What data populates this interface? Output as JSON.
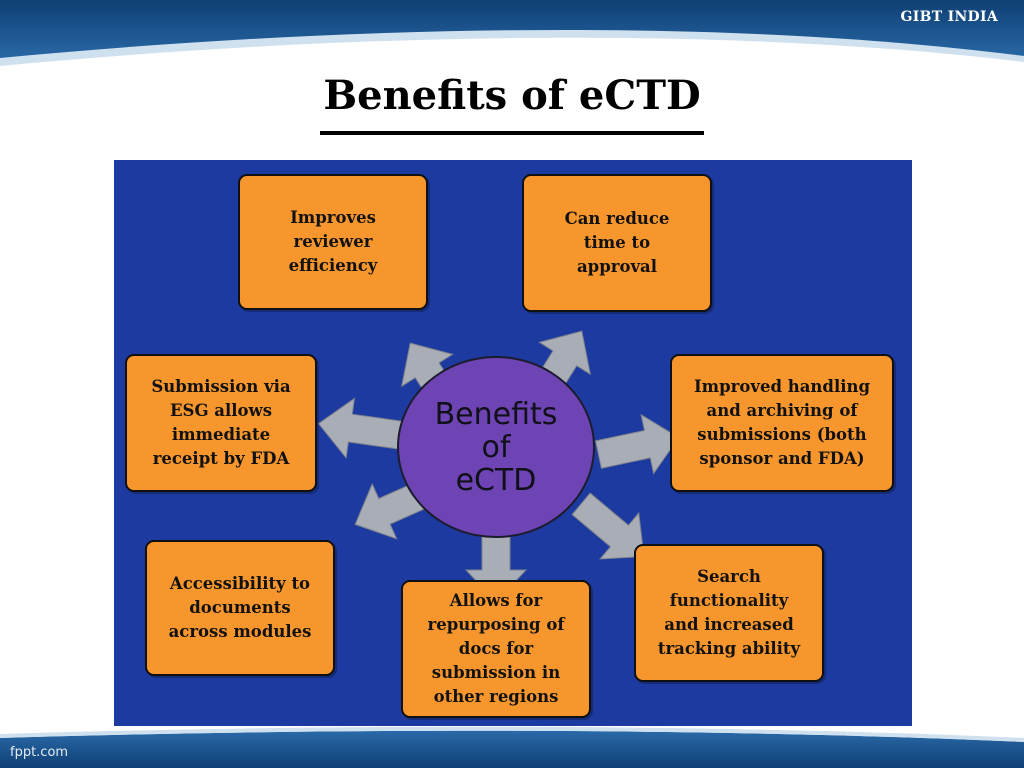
{
  "header": {
    "brand": "GIBT INDIA"
  },
  "slide": {
    "title": "Benefits of eCTD"
  },
  "diagram": {
    "hub": {
      "label": "Benefits\nof\neCTD"
    },
    "benefits": [
      {
        "label": "Improves\nreviewer\nefficiency"
      },
      {
        "label": "Can reduce\ntime to\napproval"
      },
      {
        "label": "Improved handling\nand archiving of\nsubmissions (both\nsponsor and FDA)"
      },
      {
        "label": "Search\nfunctionality\nand increased\ntracking ability"
      },
      {
        "label": "Allows for\nrepurposing of\ndocs for\nsubmission in\nother regions"
      },
      {
        "label": "Accessibility to\ndocuments\nacross modules"
      },
      {
        "label": "Submission via\nESG allows\nimmediate\nreceipt by FDA"
      }
    ]
  },
  "footer": {
    "brand": "fppt.com"
  },
  "colors": {
    "panel": "#1d3aa0",
    "box": "#f7962c",
    "hub": "#6e44b4",
    "arrow": "#a9adb5",
    "header_band": "#174f88"
  }
}
